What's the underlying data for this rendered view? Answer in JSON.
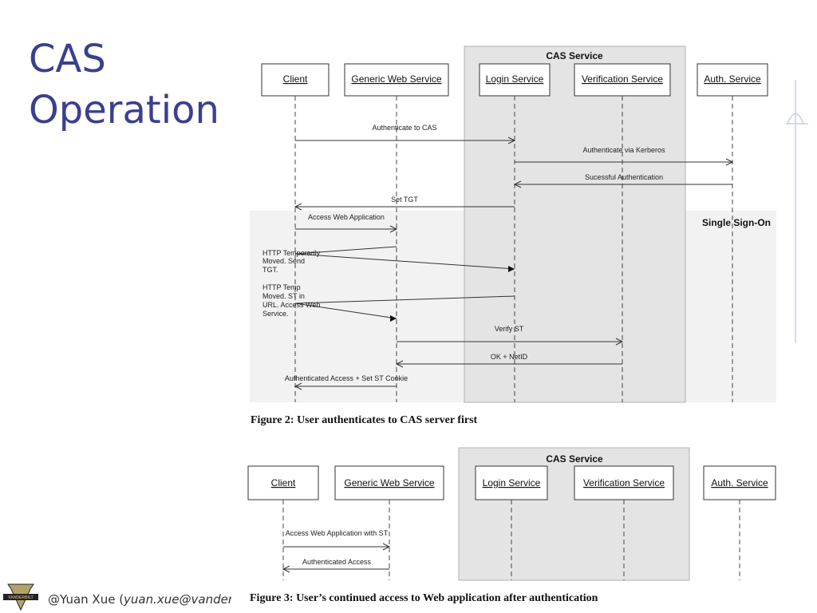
{
  "slide": {
    "title_line1": "CAS",
    "title_line2": "Operation",
    "footer_author": "@Yuan Xue (",
    "footer_email": "yuan.xue@vander",
    "logo_text": "VANDERBILT"
  },
  "figure2": {
    "group_label": "CAS Service",
    "sso_label": "Single Sign-On",
    "caption": "Figure 2: User authenticates to CAS server first",
    "actors": [
      "Client",
      "Generic Web Service",
      "Login Service",
      "Verification Service",
      "Auth. Service"
    ],
    "messages": {
      "m1": "Authenticate to CAS",
      "m2": "Authenticate via Kerberos",
      "m3": "Sucessful Authentication",
      "m4": "Set TGT",
      "m5": "Access Web Application",
      "m6_line1": "HTTP Temporarily",
      "m6_line2": "Moved. Send",
      "m6_line3": "TGT.",
      "m7_line1": "HTTP Temp",
      "m7_line2": "Moved. ST in",
      "m7_line3": "URL. Access Web",
      "m7_line4": "Service.",
      "m8": "Verify ST",
      "m9": "OK + NetID",
      "m10": "Authenticated Access + Set ST Cookie"
    }
  },
  "figure3": {
    "group_label": "CAS Service",
    "caption": "Figure 3: User’s continued access to Web application after authentication",
    "actors": [
      "Client",
      "Generic Web Service",
      "Login Service",
      "Verification Service",
      "Auth. Service"
    ],
    "messages": {
      "m1": "Access Web Application with ST",
      "m2": "Authenticated Access"
    }
  }
}
